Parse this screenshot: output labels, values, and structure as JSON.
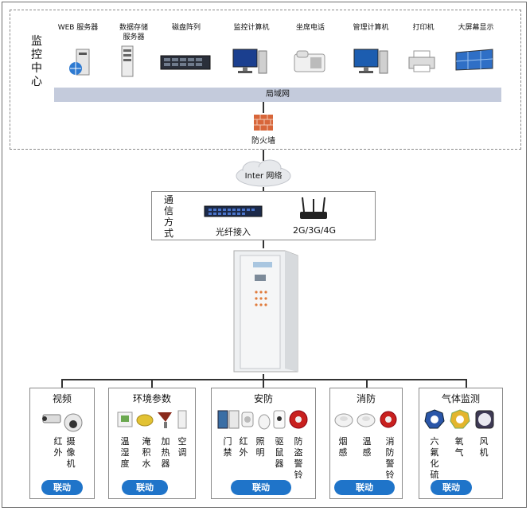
{
  "center": {
    "title": "监控中心",
    "devices": [
      {
        "label": "WEB 服务器",
        "icon": "web-server-icon"
      },
      {
        "label": "数据存储\n服务器",
        "icon": "storage-server-icon"
      },
      {
        "label": "磁盘阵列",
        "icon": "disk-array-icon"
      },
      {
        "label": "监控计算机",
        "icon": "monitor-computer-icon"
      },
      {
        "label": "坐席电话",
        "icon": "phone-icon"
      },
      {
        "label": "管理计算机",
        "icon": "admin-computer-icon"
      },
      {
        "label": "打印机",
        "icon": "printer-icon"
      },
      {
        "label": "大屏幕显示",
        "icon": "large-display-icon"
      }
    ],
    "lan": "局域网",
    "firewall": "防火墙"
  },
  "internet": "Inter 网络",
  "comm": {
    "title": "通信方式",
    "fiber": "光纤接入",
    "mobile": "2G/3G/4G"
  },
  "groups": [
    {
      "title": "视频",
      "items": [
        "红外",
        "摄像机"
      ],
      "button": "联动"
    },
    {
      "title": "环境参数",
      "items": [
        "温湿度",
        "淹积水",
        "加热器",
        "空调"
      ],
      "button": "联动"
    },
    {
      "title": "安防",
      "items": [
        "门禁",
        "红外",
        "照明",
        "驱鼠器",
        "防盗警铃"
      ],
      "button": "联动"
    },
    {
      "title": "消防",
      "items": [
        "烟感",
        "温感",
        "消防警铃"
      ],
      "button": "联动"
    },
    {
      "title": "气体监测",
      "items": [
        "六氟化硫",
        "氧气",
        "风机"
      ],
      "button": "联动"
    }
  ]
}
